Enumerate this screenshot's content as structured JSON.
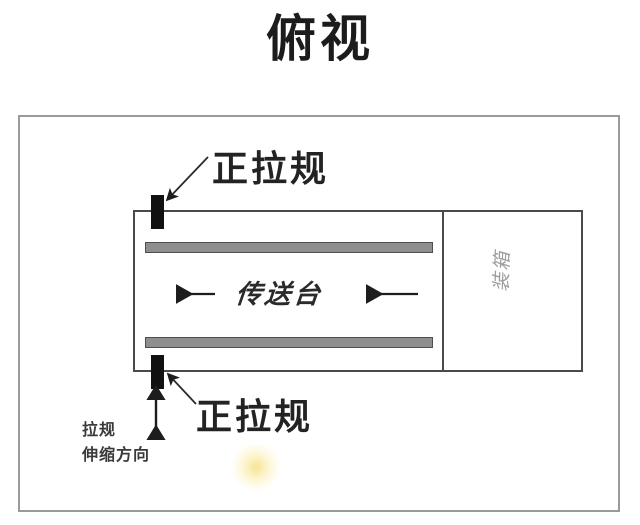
{
  "title": "俯视",
  "diagram": {
    "conveyor_label": "传送台",
    "compartment_label": "装箱",
    "callout_top": "正拉规",
    "callout_bottom": "正拉规",
    "direction_note_line1": "拉规",
    "direction_note_line2": "伸缩方向"
  },
  "colors": {
    "outline": "#4a4a4a",
    "frame": "#9a9a9a",
    "rail": "#8e8e8e",
    "gauge_block": "#111111",
    "text": "#232323",
    "faded_text": "#9d9d9d",
    "background": "#ffffff"
  }
}
